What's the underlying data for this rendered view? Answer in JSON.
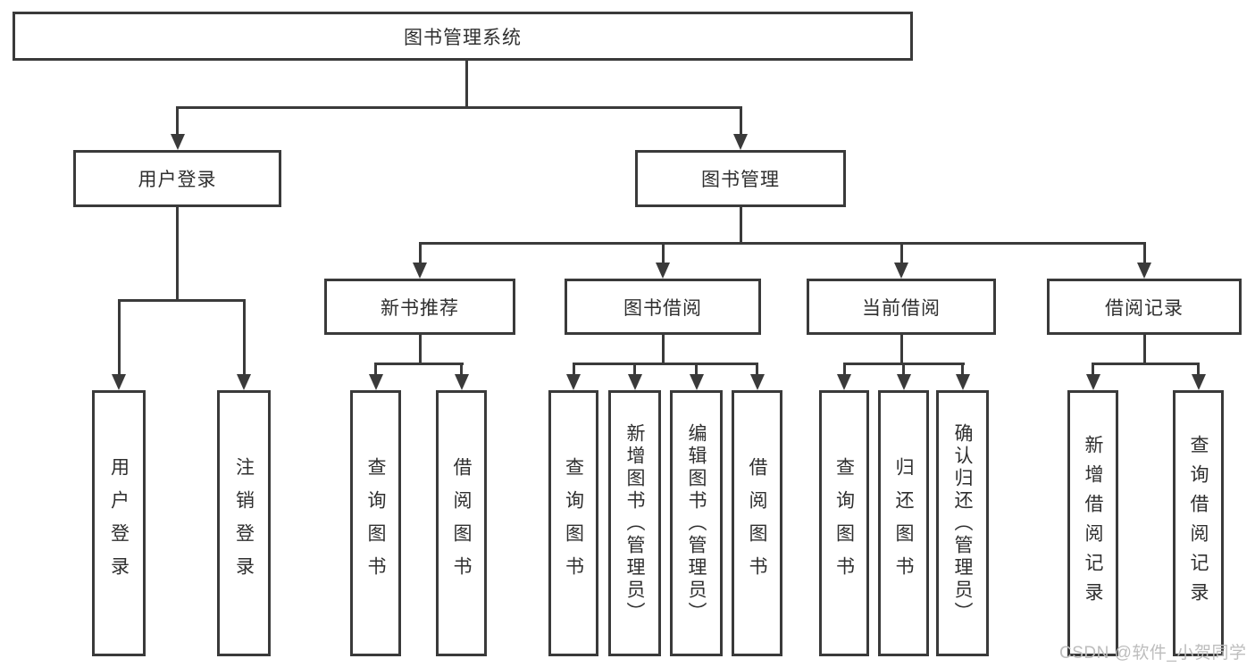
{
  "diagram": {
    "root": {
      "label": "图书管理系统"
    },
    "level2": [
      {
        "label": "用户登录"
      },
      {
        "label": "图书管理"
      }
    ],
    "level3": [
      {
        "label": "新书推荐"
      },
      {
        "label": "图书借阅"
      },
      {
        "label": "当前借阅"
      },
      {
        "label": "借阅记录"
      }
    ],
    "leaves": {
      "user_login": [
        {
          "label": "用户登录"
        },
        {
          "label": "注销登录"
        }
      ],
      "new_book_recommend": [
        {
          "label": "查询图书"
        },
        {
          "label": "借阅图书"
        }
      ],
      "book_borrow": [
        {
          "label": "查询图书"
        },
        {
          "label": "新增图书（管理员）"
        },
        {
          "label": "编辑图书（管理员）"
        },
        {
          "label": "借阅图书"
        }
      ],
      "current_borrow": [
        {
          "label": "查询图书"
        },
        {
          "label": "归还图书"
        },
        {
          "label": "确认归还（管理员）"
        }
      ],
      "borrow_records": [
        {
          "label": "新增借阅记录"
        },
        {
          "label": "查询借阅记录"
        }
      ]
    },
    "watermark": "CSDN @软件_小贺同学",
    "colors": {
      "line": "#3a3a3a",
      "text": "#2f2f2f",
      "background": "#ffffff",
      "watermark": "#bdbdbd"
    }
  }
}
